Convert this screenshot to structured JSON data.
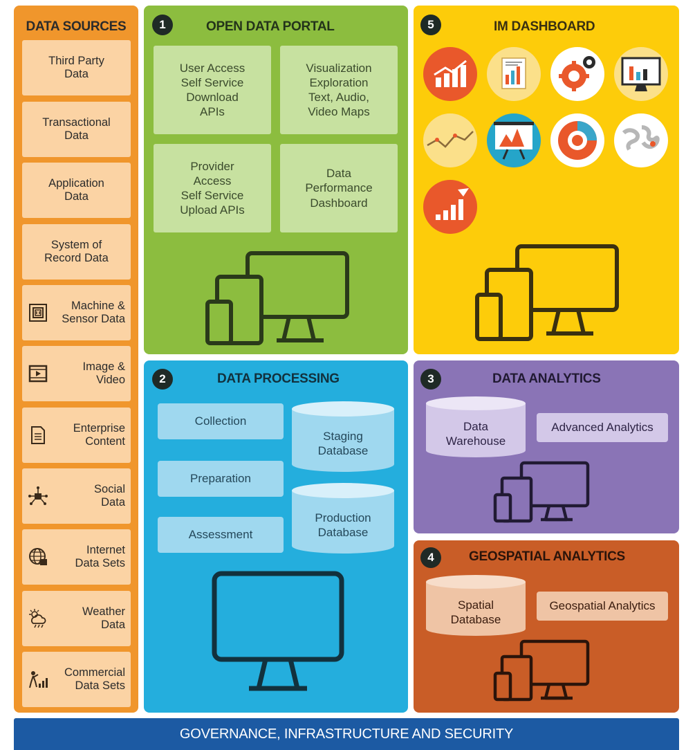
{
  "sources": {
    "title": "DATA SOURCES",
    "items": [
      {
        "label": "Third Party\nData",
        "icon": ""
      },
      {
        "label": "Transactional\nData",
        "icon": ""
      },
      {
        "label": "Application\nData",
        "icon": ""
      },
      {
        "label": "System of\nRecord Data",
        "icon": ""
      },
      {
        "label": "Machine &\nSensor Data",
        "icon": "chip-icon"
      },
      {
        "label": "Image &\nVideo",
        "icon": "video-play-icon"
      },
      {
        "label": "Enterprise\nContent",
        "icon": "document-icon"
      },
      {
        "label": "Social\nData",
        "icon": "network-icon"
      },
      {
        "label": "Internet\nData Sets",
        "icon": "globe-icon"
      },
      {
        "label": "Weather\nData",
        "icon": "weather-cloud-icon"
      },
      {
        "label": "Commercial\nData Sets",
        "icon": "person-chart-icon"
      }
    ]
  },
  "portal": {
    "number": "1",
    "title": "OPEN DATA PORTAL",
    "boxes": [
      "User Access\nSelf Service\nDownload\nAPIs",
      "Visualization\nExploration\nText, Audio,\nVideo Maps",
      "Provider\nAccess\nSelf Service\nUpload APIs",
      "Data\nPerformance\nDashboard"
    ]
  },
  "dashboard": {
    "number": "5",
    "title": "IM DASHBOARD",
    "icons": [
      "growth-chart-icon",
      "report-document-icon",
      "gear-cog-icon",
      "monitor-chart-icon",
      "line-trend-icon",
      "presentation-board-icon",
      "donut-chart-icon",
      "world-map-icon",
      "bar-growth-icon"
    ]
  },
  "processing": {
    "number": "2",
    "title": "DATA PROCESSING",
    "steps": [
      "Collection",
      "Preparation",
      "Assessment"
    ],
    "databases": [
      "Staging\nDatabase",
      "Production\nDatabase"
    ]
  },
  "analytics": {
    "number": "3",
    "title": "DATA ANALYTICS",
    "database": "Data\nWarehouse",
    "box": "Advanced Analytics"
  },
  "geospatial": {
    "number": "4",
    "title": "GEOSPATIAL ANALYTICS",
    "database": "Spatial\nDatabase",
    "box": "Geospatial Analytics"
  },
  "footer": {
    "label": "GOVERNANCE, INFRASTRUCTURE AND SECURITY"
  },
  "colors": {
    "sources": "#f0962c",
    "portal": "#8cbd3f",
    "dashboard": "#fdcc0a",
    "processing": "#24aedd",
    "analytics": "#8a74b6",
    "geospatial": "#c95d27",
    "footer": "#1c5aa3"
  }
}
